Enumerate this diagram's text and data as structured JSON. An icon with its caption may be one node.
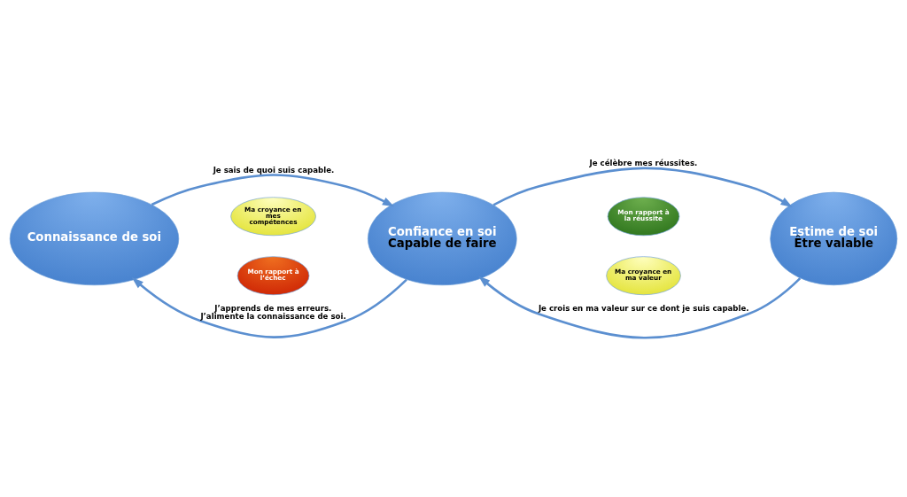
{
  "diagram": {
    "nodes": [
      {
        "text": [
          "Connaissance de soi"
        ]
      },
      {
        "text": [
          "Confiance en soi",
          "Capable de faire"
        ]
      },
      {
        "text": [
          "Estime de soi",
          "Être valable"
        ]
      },
      {
        "text": [
          "Ma croyance en mes compétences"
        ]
      },
      {
        "text": [
          "Mon rapport à la réussite"
        ]
      },
      {
        "text": [
          "Mon rapport à l’échec"
        ]
      },
      {
        "text": [
          "Ma croyance en ma valeur"
        ]
      }
    ],
    "edges": [
      {
        "from": 0,
        "to": 1,
        "arrow": "to",
        "label": "Je sais de quoi suis capable."
      },
      {
        "from": 1,
        "to": 2,
        "arrow": "to",
        "label": "Je célèbre mes réussites."
      },
      {
        "from": 2,
        "to": 1,
        "arrow": "to",
        "label": "Je crois en ma valeur sur ce dont je suis capable."
      },
      {
        "from": 1,
        "to": 0,
        "arrow": "to",
        "label": "J’apprends de mes erreurs. J’alimente la connaissance de soi."
      }
    ]
  }
}
